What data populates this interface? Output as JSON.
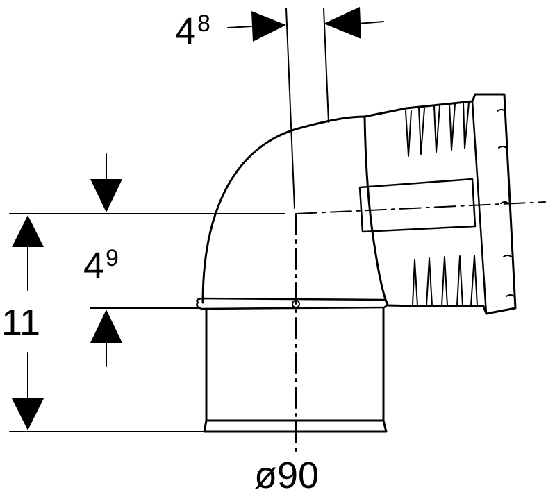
{
  "dimensions": {
    "offset_top": {
      "base": "4",
      "exponent": "8"
    },
    "offset_left": {
      "base": "4",
      "exponent": "9"
    },
    "height": "11",
    "diameter": "ø90"
  },
  "colors": {
    "line": "#000000",
    "background": "#ffffff"
  }
}
